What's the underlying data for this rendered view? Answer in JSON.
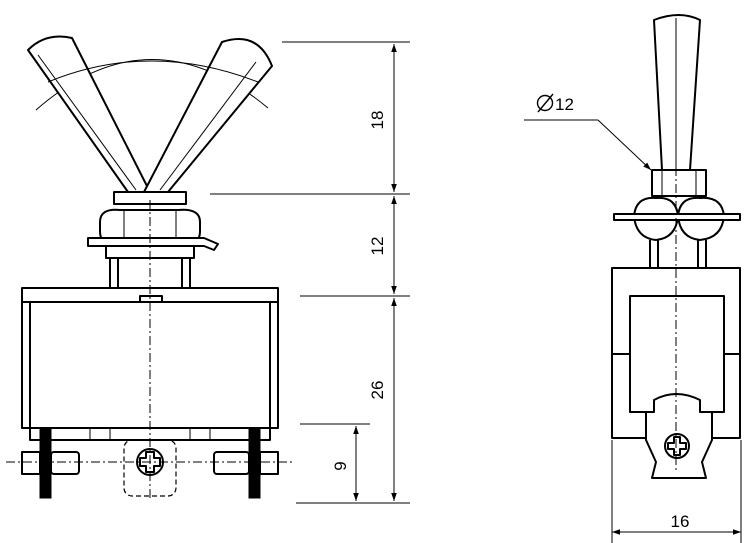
{
  "dimensions": {
    "lever_travel": "18",
    "bushing_length": "12",
    "body_height": "26",
    "terminal_height": "9",
    "body_width": "16",
    "thread_diameter": "12"
  }
}
